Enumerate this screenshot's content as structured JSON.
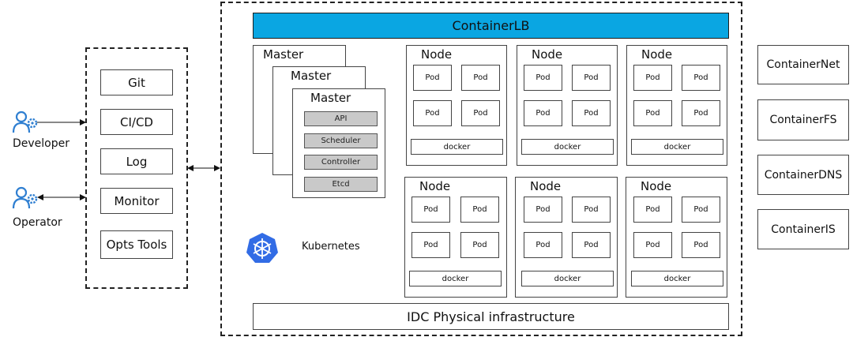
{
  "actors": {
    "developer": "Developer",
    "operator": "Operator"
  },
  "tools": [
    "Git",
    "CI/CD",
    "Log",
    "Monitor",
    "Opts Tools"
  ],
  "cluster": {
    "lb": "ContainerLB",
    "masters": [
      "Master",
      "Master",
      "Master"
    ],
    "components": [
      "API",
      "Scheduler",
      "Controller",
      "Etcd"
    ],
    "node_label": "Node",
    "pod_label": "Pod",
    "docker_label": "docker",
    "kubernetes_label": "Kubernetes",
    "infra": "IDC Physical infrastructure"
  },
  "services": [
    "ContainerNet",
    "ContainerFS",
    "ContainerDNS",
    "ContainerIS"
  ],
  "colors": {
    "lb": "#0aa6e2",
    "component": "#c9c9c9",
    "kubernetes_logo": "#326ce5",
    "person_icon": "#2f7fd1"
  },
  "icons": {
    "person": "person-gear-icon",
    "kubernetes": "kubernetes-helm-icon"
  }
}
